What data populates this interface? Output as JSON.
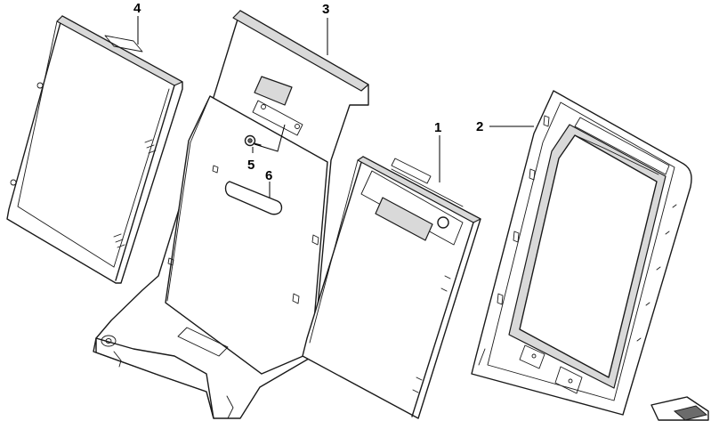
{
  "callouts": {
    "c1": "1",
    "c2": "2",
    "c3": "3",
    "c4": "4",
    "c5": "5",
    "c6": "6"
  },
  "icons": {
    "corner": "arrow-wedge-icon"
  },
  "colors": {
    "line": "#1a1a1a",
    "shade": "#d9d9d9",
    "background": "#ffffff"
  }
}
